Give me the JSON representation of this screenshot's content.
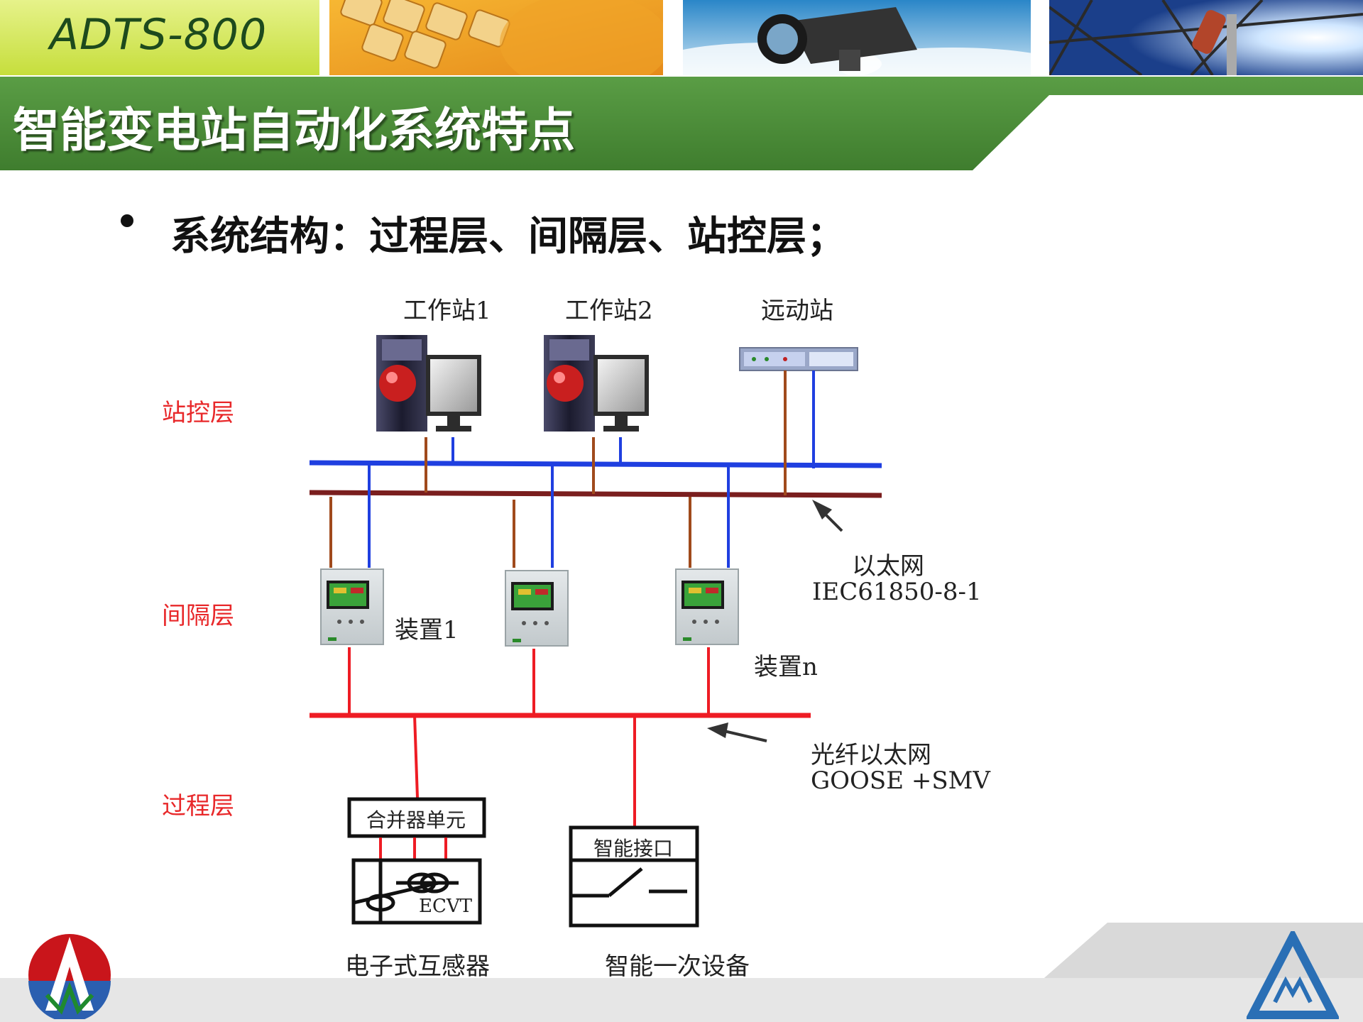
{
  "header": {
    "brand": "ADTS-800",
    "title": "智能变电站自动化系统特点"
  },
  "bullet": {
    "text": "系统结构：过程层、间隔层、站控层；"
  },
  "diagram": {
    "layers": {
      "station": "站控层",
      "bay": "间隔层",
      "process": "过程层"
    },
    "station_nodes": [
      "工作站1",
      "工作站2",
      "远动站"
    ],
    "bay_devices": {
      "first": "装置1",
      "last": "装置n"
    },
    "station_network": {
      "name": "以太网",
      "protocol": "IEC61850-8-1"
    },
    "process_network": {
      "name": "光纤以太网",
      "protocol": "GOOSE +SMV"
    },
    "merging_unit": "合并器单元",
    "ecvt": "ECVT",
    "smart_interface": "智能接口",
    "electronic_transformer": "电子式互感器",
    "smart_primary": "智能一次设备"
  },
  "colors": {
    "header_green": "#4a8a3a",
    "bus_blue": "#1f3fe0",
    "bus_darkred": "#7a1e1e",
    "bus_red": "#ee1c24",
    "drop_brown": "#a04a1c",
    "layer_label": "#e8282a"
  }
}
